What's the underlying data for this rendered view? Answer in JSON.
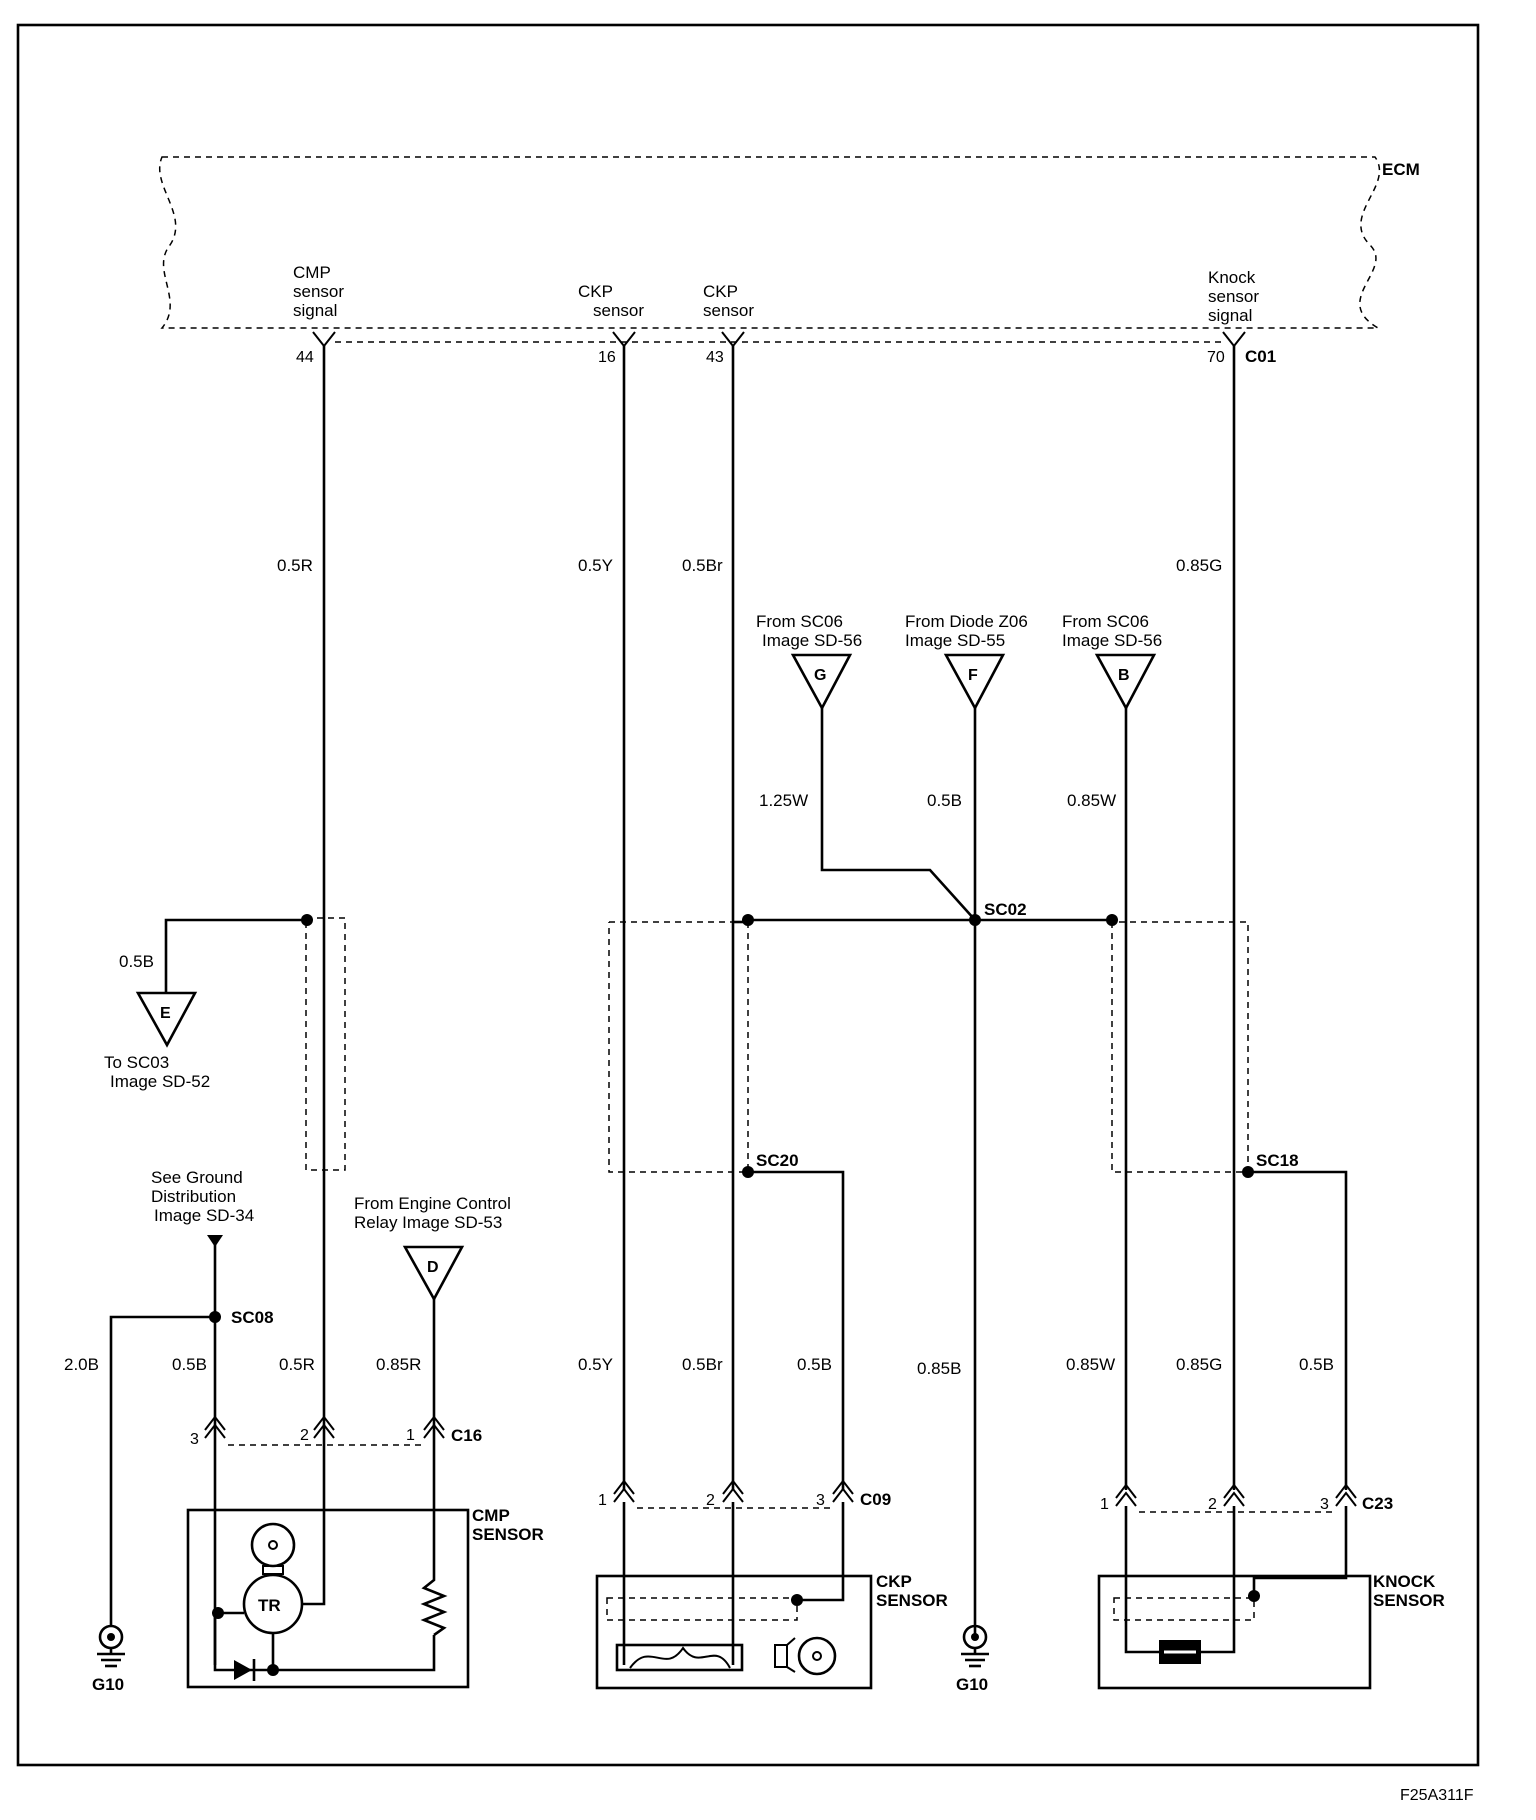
{
  "ecm": {
    "name": "ECM",
    "connector": "C01",
    "pins": [
      {
        "id": "cmp",
        "label": [
          "CMP",
          "sensor",
          "signal"
        ],
        "pin": "44"
      },
      {
        "id": "ckp1",
        "label": [
          "CKP",
          "sensor"
        ],
        "pin": "16"
      },
      {
        "id": "ckp2",
        "label": [
          "CKP",
          "sensor"
        ],
        "pin": "43"
      },
      {
        "id": "knock",
        "label": [
          "Knock",
          "sensor",
          "signal"
        ],
        "pin": "70"
      }
    ]
  },
  "wires": {
    "cmp_upper": "0.5R",
    "ckp1_upper": "0.5Y",
    "ckp2_upper": "0.5Br",
    "knock_upper": "0.85G",
    "g_wire": "1.25W",
    "f_wire": "0.5B",
    "b_wire": "0.85W",
    "e_wire": "0.5B",
    "g10_left": "2.0B",
    "sc08_down": "0.5B",
    "cmp_lower": "0.5R",
    "d_wire": "0.85R",
    "ckp1_lower": "0.5Y",
    "ckp2_lower": "0.5Br",
    "sc20_wire": "0.5B",
    "g10_mid": "0.85B",
    "b_lower": "0.85W",
    "knock_lower": "0.85G",
    "sc18_wire": "0.5B"
  },
  "references": {
    "g": {
      "letter": "G",
      "text": [
        "From SC06",
        "Image   SD-56"
      ]
    },
    "f": {
      "letter": "F",
      "text": [
        "From Diode Z06",
        "Image    SD-55"
      ]
    },
    "b": {
      "letter": "B",
      "text": [
        "From SC06",
        "Image   SD-56"
      ]
    },
    "e": {
      "letter": "E",
      "text": [
        "To SC03",
        "Image   SD-52"
      ]
    },
    "d": {
      "letter": "D",
      "text": [
        "From Engine Control",
        "Relay  Image   SD-53"
      ]
    },
    "ground_dist": {
      "text": [
        "See Ground",
        "Distribution",
        "Image   SD-34"
      ]
    }
  },
  "splices": {
    "sc02": "SC02",
    "sc20": "SC20",
    "sc18": "SC18",
    "sc08": "SC08"
  },
  "grounds": {
    "left": "G10",
    "mid": "G10"
  },
  "connectors": {
    "c16": {
      "name": "C16",
      "pins": [
        "3",
        "2",
        "1"
      ]
    },
    "c09": {
      "name": "C09",
      "pins": [
        "1",
        "2",
        "3"
      ]
    },
    "c23": {
      "name": "C23",
      "pins": [
        "1",
        "2",
        "3"
      ]
    }
  },
  "components": {
    "cmp": {
      "name": [
        "CMP",
        "SENSOR"
      ],
      "tr": "TR"
    },
    "ckp": {
      "name": [
        "CKP",
        "SENSOR"
      ]
    },
    "knock": {
      "name": [
        "KNOCK",
        "SENSOR"
      ]
    }
  },
  "figure_id": "F25A311F"
}
